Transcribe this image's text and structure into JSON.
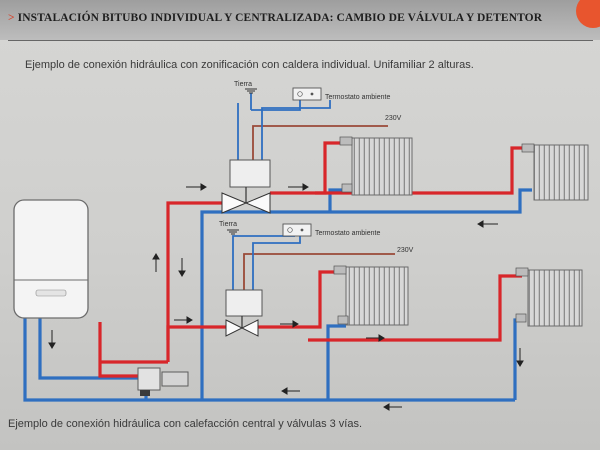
{
  "header": {
    "arrow": ">",
    "title": "INSTALACIÓN BITUBO INDIVIDUAL Y CENTRALIZADA: CAMBIO DE VÁLVULA Y DETENTOR"
  },
  "captions": {
    "top": "Ejemplo de conexión hidráulica con zonificación con caldera individual. Unifamiliar 2 alturas.",
    "bottom": "Ejemplo de conexión hidráulica con calefacción central y válvulas 3 vías."
  },
  "upper_zone": {
    "ground_label": "Tierra",
    "thermostat_label": "Termostato ambiente",
    "voltage_label": "230V"
  },
  "lower_zone": {
    "ground_label": "Tierra",
    "thermostat_label": "Termostato ambiente",
    "voltage_label": "230V"
  },
  "colors": {
    "supply": "#d8262a",
    "return": "#2f6fc0",
    "signal": "#9a4a38",
    "accent": "#d8432a"
  },
  "icons": [
    "boiler-icon",
    "radiator-icon",
    "three-way-valve-icon",
    "thermostat-icon",
    "ground-icon",
    "pump-icon",
    "flow-arrow-icon"
  ]
}
